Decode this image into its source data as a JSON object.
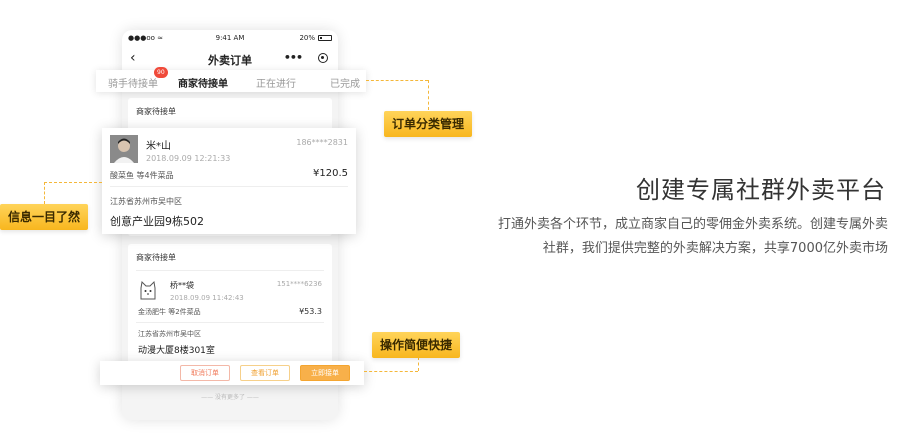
{
  "phone": {
    "status": {
      "signal": "●●●oo ≈",
      "time": "9:41 AM",
      "battery": "20%"
    },
    "nav": {
      "back": "‹",
      "title": "外卖订单",
      "more": "•••",
      "target_icon": "target-icon"
    }
  },
  "tabs": [
    {
      "label": "骑手待接单"
    },
    {
      "label": "商家待接单"
    },
    {
      "label": "正在进行"
    },
    {
      "label": "已完成"
    }
  ],
  "tab_badge": "90",
  "order1": {
    "section": "商家待接单",
    "name": "米*山",
    "phone": "186****2831",
    "date": "2018.09.09   12:21:33",
    "items": "酸菜鱼  等4件菜品",
    "price": "¥120.5",
    "city": "江苏省苏州市吴中区",
    "address": "创意产业园9栋502"
  },
  "order2": {
    "section": "商家待接单",
    "name": "桥**袋",
    "phone": "151****6236",
    "date": "2018.09.09   11:42:43",
    "items": "金汤肥牛  等2件菜品",
    "price": "¥53.3",
    "city": "江苏省苏州市吴中区",
    "address": "动漫大厦8楼301室"
  },
  "actions": {
    "cancel": "取消订单",
    "view": "查看订单",
    "accept": "立即接单"
  },
  "footer": "—— 没有更多了 ——",
  "callouts": {
    "category": "订单分类管理",
    "info": "信息一目了然",
    "easy": "操作简便快捷"
  },
  "headline": "创建专属社群外卖平台",
  "description": "打通外卖各个环节，成立商家自己的零佣金外卖系统。创建专属外卖社群，我们提供完整的外卖解决方案，共享7000亿外卖市场",
  "colors": {
    "accent": "#f8b61e",
    "badge": "#f04a3a",
    "accept": "#f8b04a",
    "cancel": "#f07a5a"
  }
}
